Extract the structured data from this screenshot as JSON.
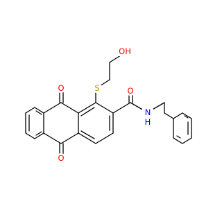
{
  "molecule": {
    "atom_labels": {
      "O_ketone_top": "O",
      "O_ketone_bottom": "O",
      "S": "S",
      "OH": "OH",
      "O_amide": "O",
      "NH": "N",
      "NH_H": "H"
    },
    "colors": {
      "carbon_bonds": "#000000",
      "oxygen": "#ff0000",
      "sulfur": "#b8a000",
      "nitrogen": "#0000ff"
    }
  }
}
